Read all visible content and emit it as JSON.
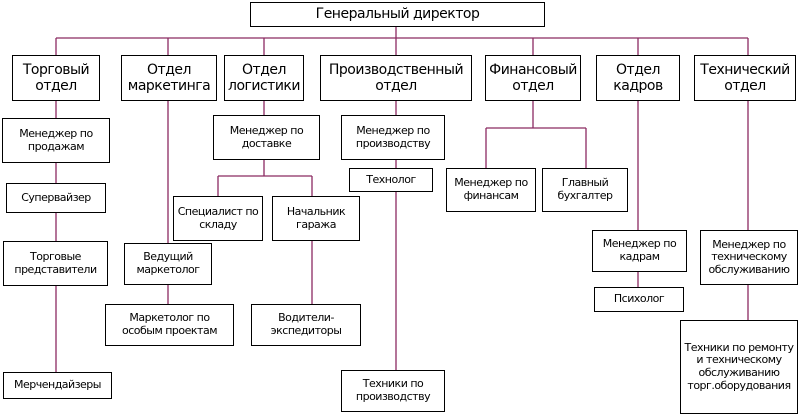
{
  "colors": {
    "connector": "#8b2a62",
    "border": "#000000",
    "background": "#ffffff"
  },
  "director": "Генеральный директор",
  "departments": {
    "trade": "Торговый отдел",
    "marketing": "Отдел маркетинга",
    "logistics": "Отдел логистики",
    "production": "Производственный отдел",
    "finance": "Финансовый отдел",
    "hr": "Отдел кадров",
    "tech": "Технический отдел"
  },
  "positions": {
    "sales_manager": "Менеджер по продажам",
    "supervisor": "Супервайзер",
    "sales_reps": "Торговые представители",
    "merchandisers": "Мерчендайзеры",
    "lead_marketer": "Ведущий маркетолог",
    "special_marketer": "Маркетолог по особым проектам",
    "delivery_manager": "Менеджер по доставке",
    "warehouse_specialist": "Специалист по складу",
    "garage_head": "Начальник гаража",
    "forwarding_drivers": "Водители-экспедиторы",
    "production_manager": "Менеджер по производству",
    "technologist": "Технолог",
    "production_technicians": "Техники по производству",
    "finance_manager": "Менеджер по финансам",
    "chief_accountant": "Главный бухгалтер",
    "hr_manager": "Менеджер по кадрам",
    "psychologist": "Психолог",
    "service_manager": "Менеджер по техническому обслуживанию",
    "repair_technicians": "Техники по ремонту и техническому обслуживанию торг.оборудования"
  }
}
